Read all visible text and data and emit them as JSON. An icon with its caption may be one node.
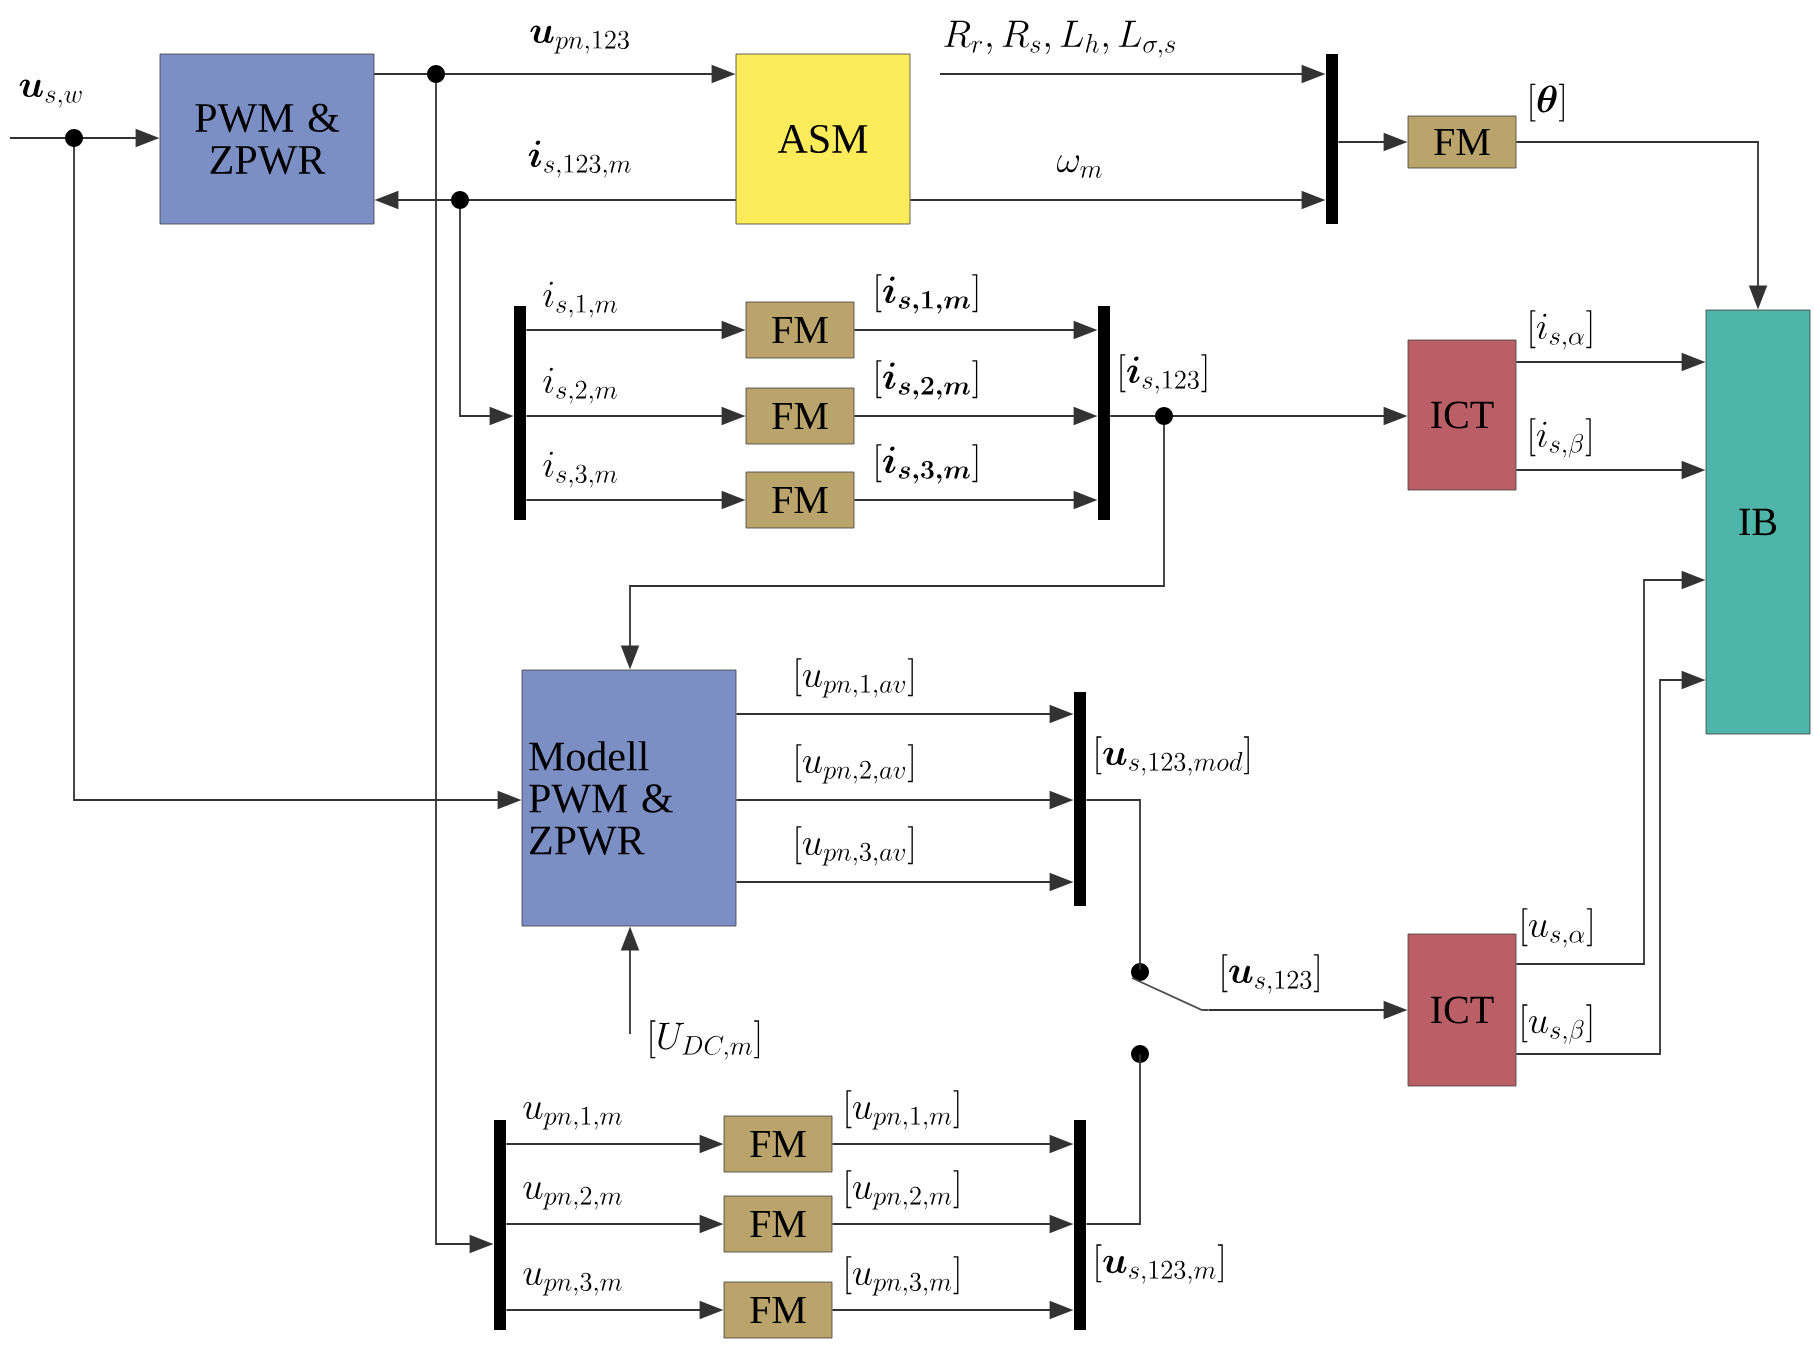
{
  "diagram": {
    "nodes": [
      {
        "text": [
          "PWM & ZPWR"
        ]
      },
      {
        "text": [
          "ASM"
        ]
      },
      {
        "text": [],
        "shape": "bar"
      },
      {
        "text": [
          "FM"
        ]
      },
      {
        "text": [
          "IB"
        ]
      },
      {
        "text": [],
        "shape": "bar"
      },
      {
        "text": [
          "FM"
        ]
      },
      {
        "text": [
          "FM"
        ]
      },
      {
        "text": [
          "FM"
        ]
      },
      {
        "text": [],
        "shape": "bar"
      },
      {
        "text": [
          "ICT"
        ]
      },
      {
        "text": [
          "Modell PWM & ZPWR"
        ]
      },
      {
        "text": [],
        "shape": "bar"
      },
      {
        "text": [],
        "shape": "switch"
      },
      {
        "text": [
          "ICT"
        ]
      },
      {
        "text": [],
        "shape": "bar"
      },
      {
        "text": [
          "FM"
        ]
      },
      {
        "text": [
          "FM"
        ]
      },
      {
        "text": [
          "FM"
        ]
      },
      {
        "text": [],
        "shape": "bar"
      }
    ],
    "edges": [
      {
        "from": null,
        "to": 0,
        "arrow": "to",
        "label": "\\boldsymbol{u}_{s,w}"
      },
      {
        "from": null,
        "to": 11,
        "arrow": "to"
      },
      {
        "from": 0,
        "to": 1,
        "arrow": "to",
        "label": "\\boldsymbol{u}_{pn,123}"
      },
      {
        "from": 0,
        "to": 15,
        "arrow": "to"
      },
      {
        "from": 1,
        "to": 0,
        "arrow": "to",
        "label": "\\boldsymbol{i}_{s,123,m}"
      },
      {
        "from": 1,
        "to": 5,
        "arrow": "to"
      },
      {
        "from": null,
        "to": 2,
        "arrow": "to",
        "label": "R_r, R_s, L_h, L_{\\sigma,s}"
      },
      {
        "from": 1,
        "to": 2,
        "arrow": "to",
        "label": "\\omega_m"
      },
      {
        "from": 2,
        "to": 3,
        "arrow": "to"
      },
      {
        "from": 3,
        "to": 4,
        "arrow": "to",
        "label": "[\\boldsymbol{\\theta}]"
      },
      {
        "from": 5,
        "to": 6,
        "arrow": "to",
        "label": "i_{s,1,m}"
      },
      {
        "from": 5,
        "to": 7,
        "arrow": "to",
        "label": "i_{s,2,m}"
      },
      {
        "from": 5,
        "to": 8,
        "arrow": "to",
        "label": "i_{s,3,m}"
      },
      {
        "from": 6,
        "to": 9,
        "arrow": "to",
        "label": "[\\boldsymbol{i_{s,1,m}}]"
      },
      {
        "from": 7,
        "to": 9,
        "arrow": "to",
        "label": "[\\boldsymbol{i_{s,2,m}}]"
      },
      {
        "from": 8,
        "to": 9,
        "arrow": "to",
        "label": "[\\boldsymbol{i_{s,3,m}}]"
      },
      {
        "from": 9,
        "to": 10,
        "arrow": "to",
        "label": "[\\boldsymbol{i}_{s,123}]"
      },
      {
        "from": 9,
        "to": 11,
        "arrow": "to"
      },
      {
        "from": 10,
        "to": 4,
        "arrow": "to",
        "label": "[i_{s,\\alpha}]"
      },
      {
        "from": 10,
        "to": 4,
        "arrow": "to",
        "label": "[i_{s,\\beta}]"
      },
      {
        "from": null,
        "to": 11,
        "arrow": "to",
        "label": "[U_{DC,m}]"
      },
      {
        "from": 11,
        "to": 12,
        "arrow": "to",
        "label": "[u_{pn,1,av}]"
      },
      {
        "from": 11,
        "to": 12,
        "arrow": "to",
        "label": "[u_{pn,2,av}]"
      },
      {
        "from": 11,
        "to": 12,
        "arrow": "to",
        "label": "[u_{pn,3,av}]"
      },
      {
        "from": 12,
        "to": 13,
        "arrow": "none",
        "label": "[\\boldsymbol{u}_{s,123,mod}]"
      },
      {
        "from": 19,
        "to": 13,
        "arrow": "none",
        "label": "[\\boldsymbol{u}_{s,123,m}]"
      },
      {
        "from": 13,
        "to": 14,
        "arrow": "to",
        "label": "[\\boldsymbol{u}_{s,123}]"
      },
      {
        "from": 14,
        "to": 4,
        "arrow": "to",
        "label": "[u_{s,\\alpha}]"
      },
      {
        "from": 14,
        "to": 4,
        "arrow": "to",
        "label": "[u_{s,\\beta}]"
      },
      {
        "from": 15,
        "to": 16,
        "arrow": "to",
        "label": "u_{pn,1,m}"
      },
      {
        "from": 15,
        "to": 17,
        "arrow": "to",
        "label": "u_{pn,2,m}"
      },
      {
        "from": 15,
        "to": 18,
        "arrow": "to",
        "label": "u_{pn,3,m}"
      },
      {
        "from": 16,
        "to": 19,
        "arrow": "to",
        "label": "[u_{pn,1,m}]"
      },
      {
        "from": 17,
        "to": 19,
        "arrow": "to",
        "label": "[u_{pn,2,m}]"
      },
      {
        "from": 18,
        "to": 19,
        "arrow": "to",
        "label": "[u_{pn,3,m}]"
      }
    ]
  }
}
